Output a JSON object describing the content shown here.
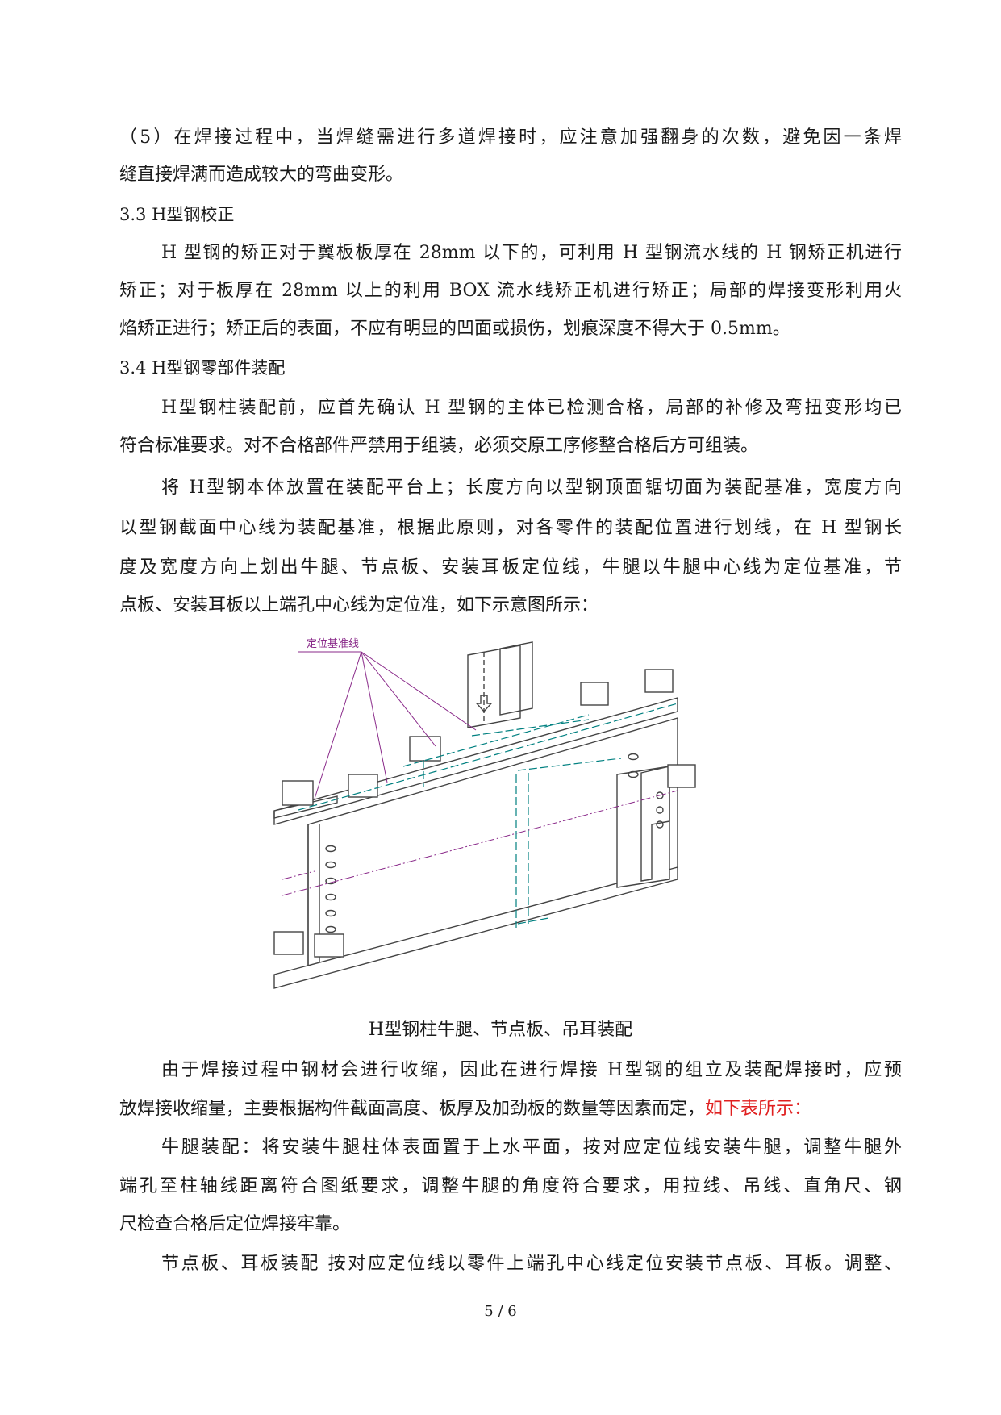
{
  "paragraphs": {
    "p1_l1": "（5）在焊接过程中，当焊缝需进行多道焊接时，应注意加强翻身的次数，避免因一条焊",
    "p1_l2": "缝直接焊满而造成较大的弯曲变形。",
    "h33": "3.3 H型钢校正",
    "p2_l1": "H 型钢的矫正对于翼板板厚在 28mm 以下的，可利用 H 型钢流水线的 H 钢矫正机进行",
    "p2_l2": "矫正；对于板厚在 28mm 以上的利用 BOX 流水线矫正机进行矫正；局部的焊接变形利用火",
    "p2_l3": "焰矫正进行；矫正后的表面，不应有明显的凹面或损伤，划痕深度不得大于 0.5mm。",
    "h34": "3.4 H型钢零部件装配",
    "p3_l1": "H型钢柱装配前，应首先确认 H 型钢的主体已检测合格，局部的补修及弯扭变形均已",
    "p3_l2": "符合标准要求。对不合格部件严禁用于组装，必须交原工序修整合格后方可组装。",
    "p4_l1": "将 H型钢本体放置在装配平台上；长度方向以型钢顶面锯切面为装配基准，宽度方向",
    "p4_l2": "以型钢截面中心线为装配基准，根据此原则，对各零件的装配位置进行划线，在 H 型钢长",
    "p4_l3": "度及宽度方向上划出牛腿、节点板、安装耳板定位线，牛腿以牛腿中心线为定位基准，节",
    "p4_l4": "点板、安装耳板以上端孔中心线为定位准，如下示意图所示：",
    "p5_l1": "由于焊接过程中钢材会进行收缩，因此在进行焊接 H型钢的组立及装配焊接时，应预",
    "p5_l2a": "放焊接收缩量，主要根据构件截面高度、板厚及加劲板的数量等因素而定，",
    "p5_l2b": "如下表所示：",
    "p6_l1": "牛腿装配：将安装牛腿柱体表面置于上水平面，按对应定位线安装牛腿，调整牛腿外",
    "p6_l2": "端孔至柱轴线距离符合图纸要求，调整牛腿的角度符合要求，用拉线、吊线、直角尺、钢",
    "p6_l3": "尺检查合格后定位焊接牢靠。",
    "p7_l1": "节点板、耳板装配 按对应定位线以零件上端孔中心线定位安装节点板、耳板。调整、"
  },
  "figure": {
    "annotation": "定位基准线",
    "caption": "H型钢柱牛腿、节点板、吊耳装配"
  },
  "footer": {
    "page": "5 / 6"
  },
  "colors": {
    "text": "#1a1a1a",
    "red": "#e02020",
    "annotation": "#8a2a8a",
    "centerline": "#008080"
  }
}
